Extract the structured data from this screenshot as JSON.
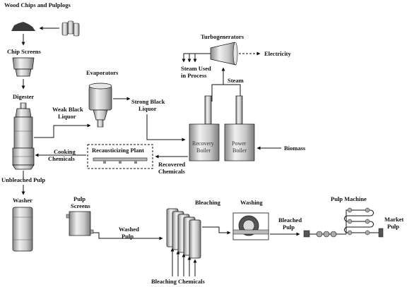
{
  "labels": {
    "wood": "Wood Chips and Pulplogs",
    "chip_screens": "Chip Screens",
    "digester": "Digester",
    "evaporators": "Evaporators",
    "weak_black_1": "Weak Black",
    "weak_black_2": "Liquor",
    "strong_black_1": "Strong Black",
    "strong_black_2": "Liquor",
    "turbogenerators": "Turbogenerators",
    "electricity": "Electricity",
    "steam_used_1": "Steam Used",
    "steam_used_2": "in Process",
    "steam": "Steam",
    "recovery_1": "Recovery",
    "recovery_2": "Boiler",
    "power_1": "Power",
    "power_2": "Boiler",
    "biomass": "Biomass",
    "recaust": "Recausticizing Plant",
    "cooking_1": "Cooking",
    "cooking_2": "Chemicals",
    "recovered_1": "Recovered",
    "recovered_2": "Chemicals",
    "unbleached": "Unbleached Pulp",
    "washer": "Washer",
    "pulp_screens_1": "Pulp",
    "pulp_screens_2": "Screens",
    "washed_1": "Washed",
    "washed_2": "Pulp",
    "bleaching": "Bleaching",
    "washing": "Washing",
    "bleached_1": "Bleached",
    "bleached_2": "Pulp",
    "pulp_machine": "Pulp Machine",
    "market_1": "Market",
    "market_2": "Pulp",
    "bleaching_chem": "Bleaching Chemicals"
  },
  "colors": {
    "stroke": "#111111",
    "equipment_fill": "#d6d6d6",
    "equipment_shade": "#9a9a9a"
  }
}
